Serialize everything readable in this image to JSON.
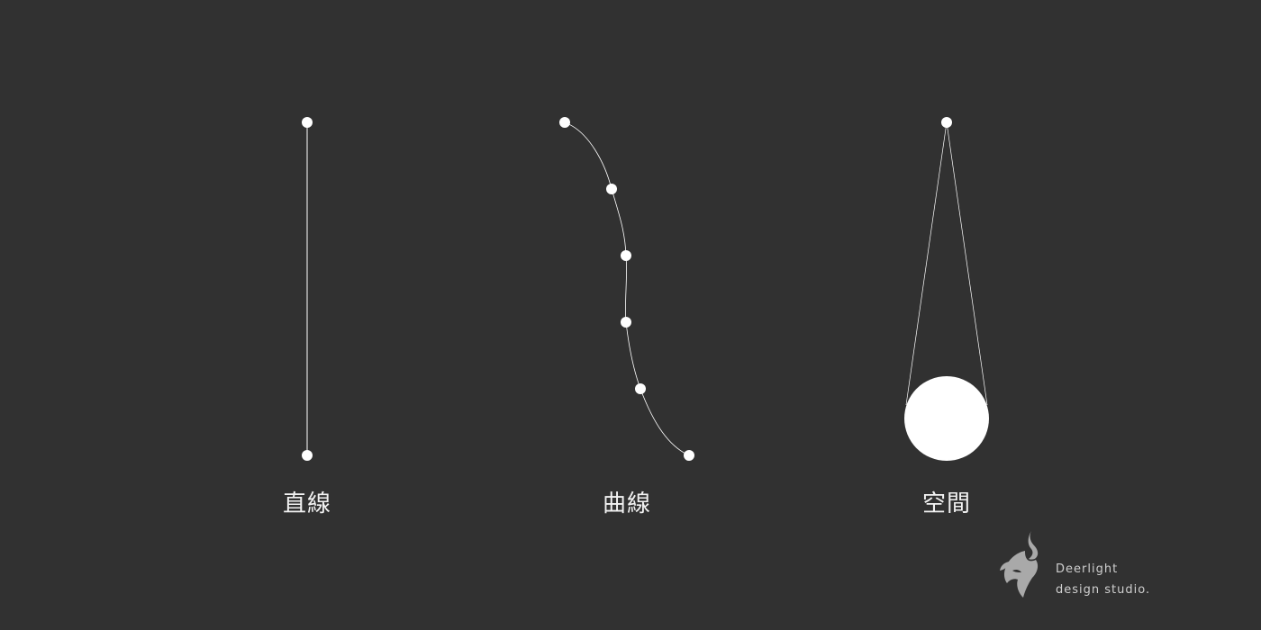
{
  "labels": {
    "straight": "直線",
    "curve": "曲線",
    "space": "空間"
  },
  "brand": {
    "line1": "Deerlight",
    "line2": "design studio."
  },
  "colors": {
    "background": "#313131",
    "foreground": "#ffffff",
    "text": "#f2f2f2",
    "brand_text": "#cfcfcf",
    "logo": "#a9a9a9"
  },
  "icons": {
    "logo": "deer-head-icon"
  }
}
